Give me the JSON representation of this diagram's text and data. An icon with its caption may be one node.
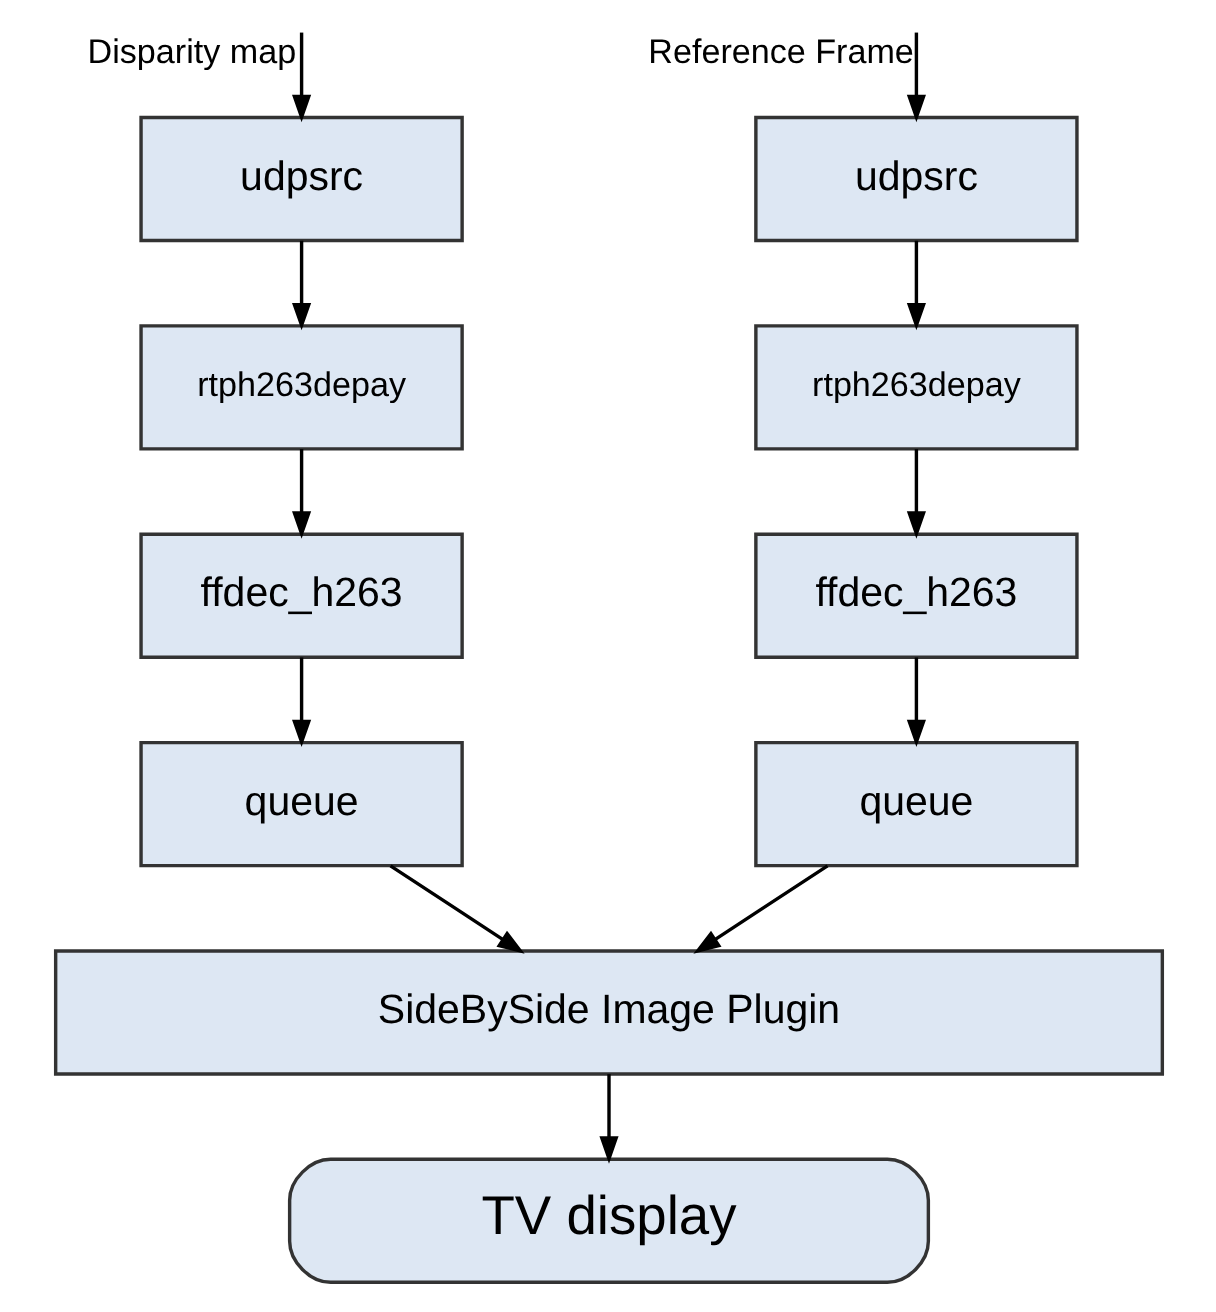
{
  "diagram": {
    "nodes": [
      {
        "text": [
          "udpsrc"
        ]
      },
      {
        "text": [
          "rtph263depay"
        ]
      },
      {
        "text": [
          "ffdec_h263"
        ]
      },
      {
        "text": [
          "queue"
        ]
      },
      {
        "text": [
          "udpsrc"
        ]
      },
      {
        "text": [
          "rtph263depay"
        ]
      },
      {
        "text": [
          "ffdec_h263"
        ]
      },
      {
        "text": [
          "queue"
        ]
      },
      {
        "text": [
          "SideBySide Image Plugin"
        ]
      },
      {
        "text": [
          "TV display"
        ]
      }
    ],
    "edges": [
      {
        "from": null,
        "to": 0,
        "arrow": "to",
        "label": "Reference Frame"
      },
      {
        "from": null,
        "to": 4,
        "arrow": "to",
        "label": "Disparity map"
      },
      {
        "from": 0,
        "to": 1,
        "arrow": "to"
      },
      {
        "from": 1,
        "to": 2,
        "arrow": "to"
      },
      {
        "from": 2,
        "to": 3,
        "arrow": "to"
      },
      {
        "from": 4,
        "to": 5,
        "arrow": "to"
      },
      {
        "from": 5,
        "to": 6,
        "arrow": "to"
      },
      {
        "from": 6,
        "to": 7,
        "arrow": "to"
      },
      {
        "from": 3,
        "to": 8,
        "arrow": "to"
      },
      {
        "from": 7,
        "to": 8,
        "arrow": "to"
      },
      {
        "from": 8,
        "to": 9,
        "arrow": "to"
      }
    ]
  }
}
